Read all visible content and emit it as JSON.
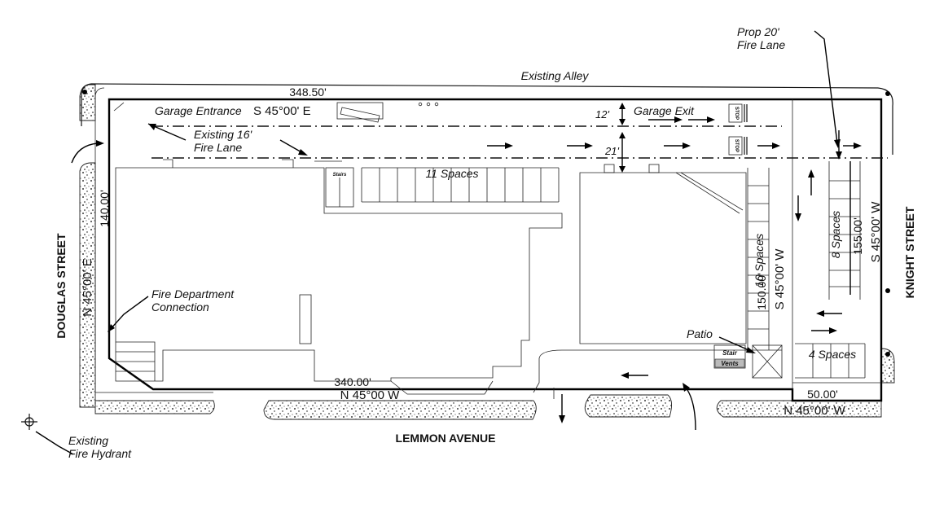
{
  "streets": {
    "douglas": "DOUGLAS STREET",
    "knight": "KNIGHT STREET",
    "lemmon": "LEMMON AVENUE",
    "alley": "Existing Alley"
  },
  "dimensions": {
    "top_length": "348.50'",
    "top_bearing": "S 45°00' E",
    "left_length": "140.00'",
    "left_bearing": "N 45°00' E",
    "bottom_length": "340.00'",
    "bottom_bearing": "N 45°00 W",
    "right_length": "155.00'",
    "right_bearing": "S 45°00' W",
    "inner_length": "150.00'",
    "inner_bearing": "S 45°00' W",
    "corner_length": "50.00'",
    "corner_bearing": "N 45°00' W",
    "lane_12": "12'",
    "lane_21": "21'"
  },
  "labels": {
    "garage_entrance": "Garage Entrance",
    "garage_exit": "Garage Exit",
    "existing_fire_lane_1": "Existing 16'",
    "existing_fire_lane_2": "Fire Lane",
    "prop_fire_lane_1": "Prop 20'",
    "prop_fire_lane_2": "Fire Lane",
    "spaces_11": "11 Spaces",
    "spaces_10": "10 Spaces",
    "spaces_8": "8 Spaces",
    "spaces_4": "4 Spaces",
    "fdc_1": "Fire Department",
    "fdc_2": "Connection",
    "hydrant_1": "Existing",
    "hydrant_2": "Fire Hydrant",
    "patio": "Patio",
    "stair": "Stair",
    "stairs": "Stairs",
    "vents": "Vents",
    "stop": "STOP"
  }
}
